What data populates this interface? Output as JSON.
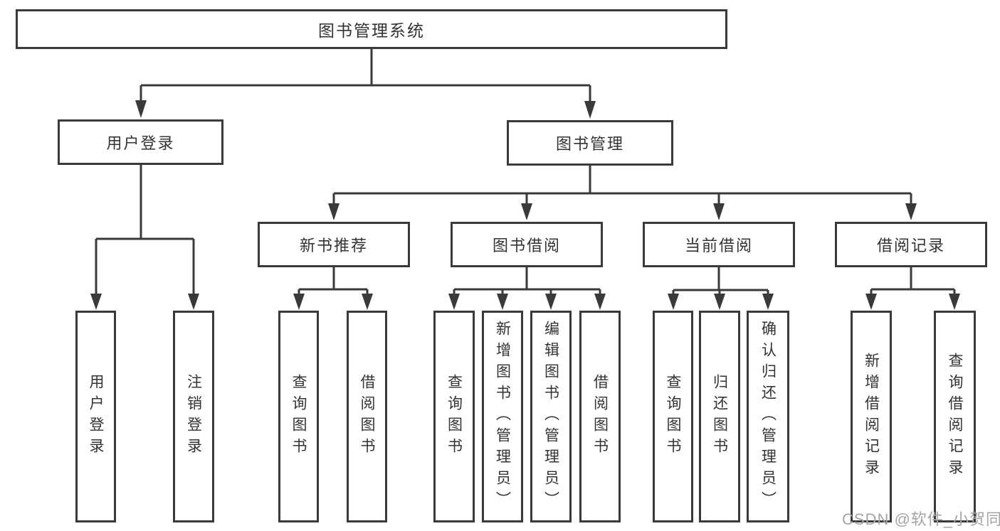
{
  "title": {
    "label": "图书管理系统"
  },
  "branches": {
    "user_login": {
      "label": "用户登录",
      "children": [
        {
          "label": "用户登录"
        },
        {
          "label": "注销登录"
        }
      ]
    },
    "book_management": {
      "label": "图书管理",
      "sections": [
        {
          "label": "新书推荐",
          "children": [
            {
              "label": "查询图书"
            },
            {
              "label": "借阅图书"
            }
          ]
        },
        {
          "label": "图书借阅",
          "children": [
            {
              "label": "查询图书"
            },
            {
              "label": "新增图书（管理员）"
            },
            {
              "label": "编辑图书（管理员）"
            },
            {
              "label": "借阅图书"
            }
          ]
        },
        {
          "label": "当前借阅",
          "children": [
            {
              "label": "查询图书"
            },
            {
              "label": "归还图书"
            },
            {
              "label": "确认归还（管理员）"
            }
          ]
        },
        {
          "label": "借阅记录",
          "children": [
            {
              "label": "新增借阅记录"
            },
            {
              "label": "查询借阅记录"
            }
          ]
        }
      ]
    }
  },
  "watermark": {
    "text": "CSDN @软件_小贺同学",
    "color": "#a5a5a5"
  },
  "colors": {
    "line": "#3a3a3a",
    "box_border": "#3a3a3a",
    "text": "#333333",
    "background": "#ffffff"
  }
}
